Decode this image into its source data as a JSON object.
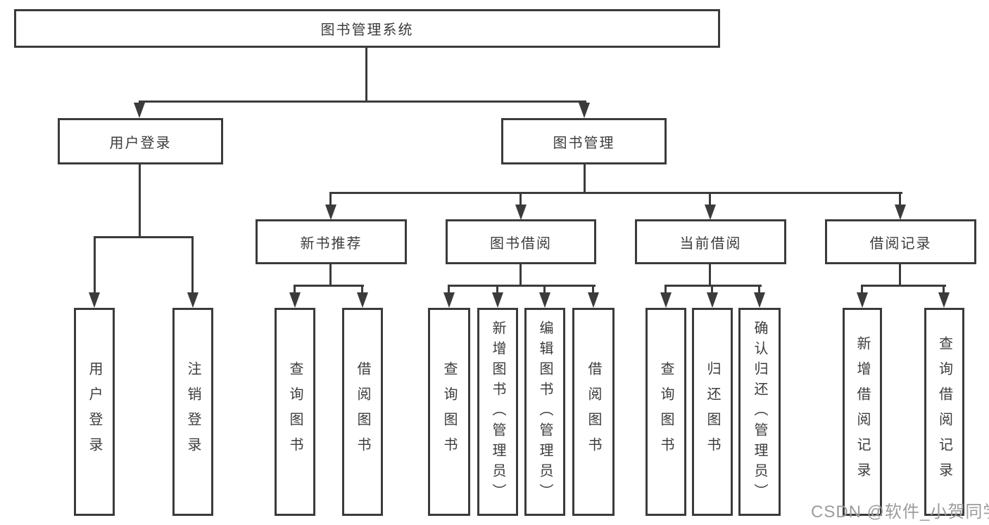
{
  "tree": {
    "root": {
      "label": "图书管理系统"
    },
    "user_login": {
      "label": "用户登录",
      "children": [
        {
          "label": "用户登录"
        },
        {
          "label": "注销登录"
        }
      ]
    },
    "book_mgmt": {
      "label": "图书管理",
      "children": [
        {
          "label": "新书推荐",
          "children": [
            {
              "label": "查询图书"
            },
            {
              "label": "借阅图书"
            }
          ]
        },
        {
          "label": "图书借阅",
          "children": [
            {
              "label": "查询图书"
            },
            {
              "label": "新增图书（管理员）"
            },
            {
              "label": "编辑图书（管理员）"
            },
            {
              "label": "借阅图书"
            }
          ]
        },
        {
          "label": "当前借阅",
          "children": [
            {
              "label": "查询图书"
            },
            {
              "label": "归还图书"
            },
            {
              "label": "确认归还（管理员）"
            }
          ]
        },
        {
          "label": "借阅记录",
          "children": [
            {
              "label": "新增借阅记录"
            },
            {
              "label": "查询借阅记录"
            }
          ]
        }
      ]
    }
  },
  "watermark": {
    "text": "CSDN @软件_小贺同学"
  },
  "colors": {
    "line": "#3b3b3b",
    "text": "#3c3c3c",
    "background": "#ffffff",
    "watermark": "#9c9c9c"
  }
}
